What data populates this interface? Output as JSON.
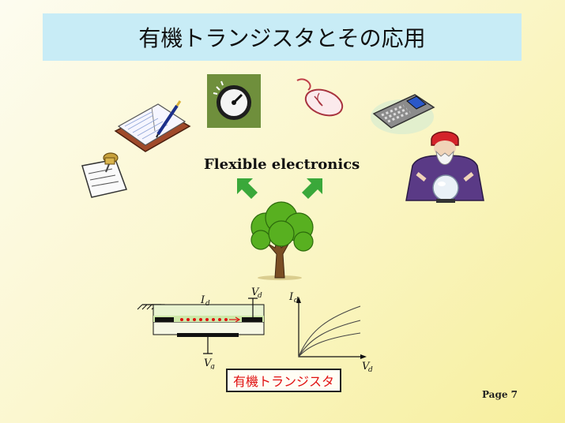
{
  "slide": {
    "title": "有機トランジスタとその応用",
    "subtitle": "Flexible electronics",
    "device_label": "有機トランジスタ",
    "page": "Page 7"
  },
  "labels": {
    "id_main": "I",
    "id_sub": "d",
    "vd_main": "V",
    "vd_sub": "d",
    "vg_main": "V",
    "vg_sub": "g",
    "axis_y_main": "I",
    "axis_y_sub": "d",
    "axis_x_main": "V",
    "axis_x_sub": "d"
  },
  "icons": {
    "note": "note-pin-icon",
    "book": "notebook-pen-icon",
    "gauge": "speedometer-icon",
    "mouse": "computer-mouse-icon",
    "phone": "mobile-phone-icon",
    "wizard": "fortune-teller-icon",
    "tree": "tree-icon"
  },
  "colors": {
    "title_bg": "#c8ecf6",
    "arrow_green": "#3aa83a",
    "label_red": "#e01010"
  }
}
